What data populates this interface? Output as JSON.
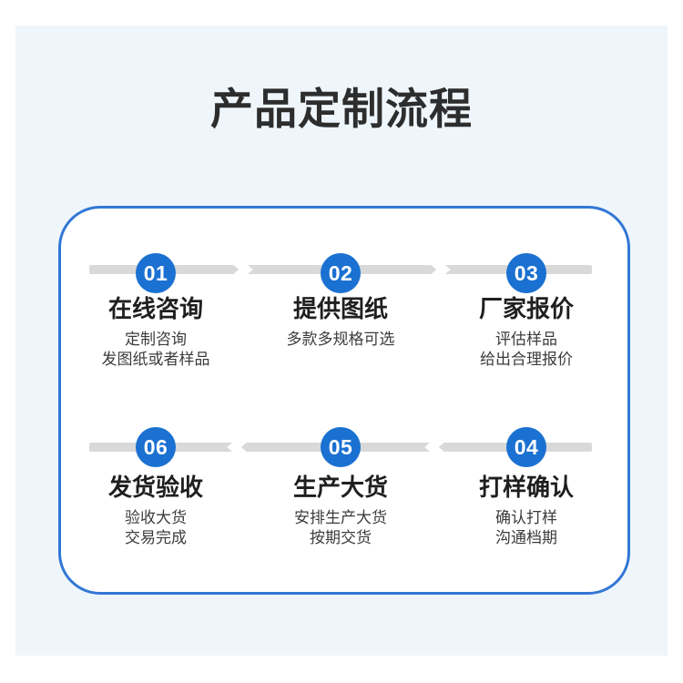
{
  "page": {
    "title": "产品定制流程",
    "background_color": "#eff6fb",
    "accent_blue": "#1b71d1",
    "border_blue": "#3277d6",
    "bar_gray": "#d9d9d9"
  },
  "flow": {
    "rows": [
      {
        "direction": "right",
        "steps": [
          {
            "num": "01",
            "title": "在线咨询",
            "lines": [
              "定制咨询",
              "发图纸或者样品"
            ]
          },
          {
            "num": "02",
            "title": "提供图纸",
            "lines": [
              "多款多规格可选",
              ""
            ]
          },
          {
            "num": "03",
            "title": "厂家报价",
            "lines": [
              "评估样品",
              "给出合理报价"
            ]
          }
        ]
      },
      {
        "direction": "left",
        "steps": [
          {
            "num": "06",
            "title": "发货验收",
            "lines": [
              "验收大货",
              "交易完成"
            ]
          },
          {
            "num": "05",
            "title": "生产大货",
            "lines": [
              "安排生产大货",
              "按期交货"
            ]
          },
          {
            "num": "04",
            "title": "打样确认",
            "lines": [
              "确认打样",
              "沟通档期"
            ]
          }
        ]
      }
    ]
  }
}
